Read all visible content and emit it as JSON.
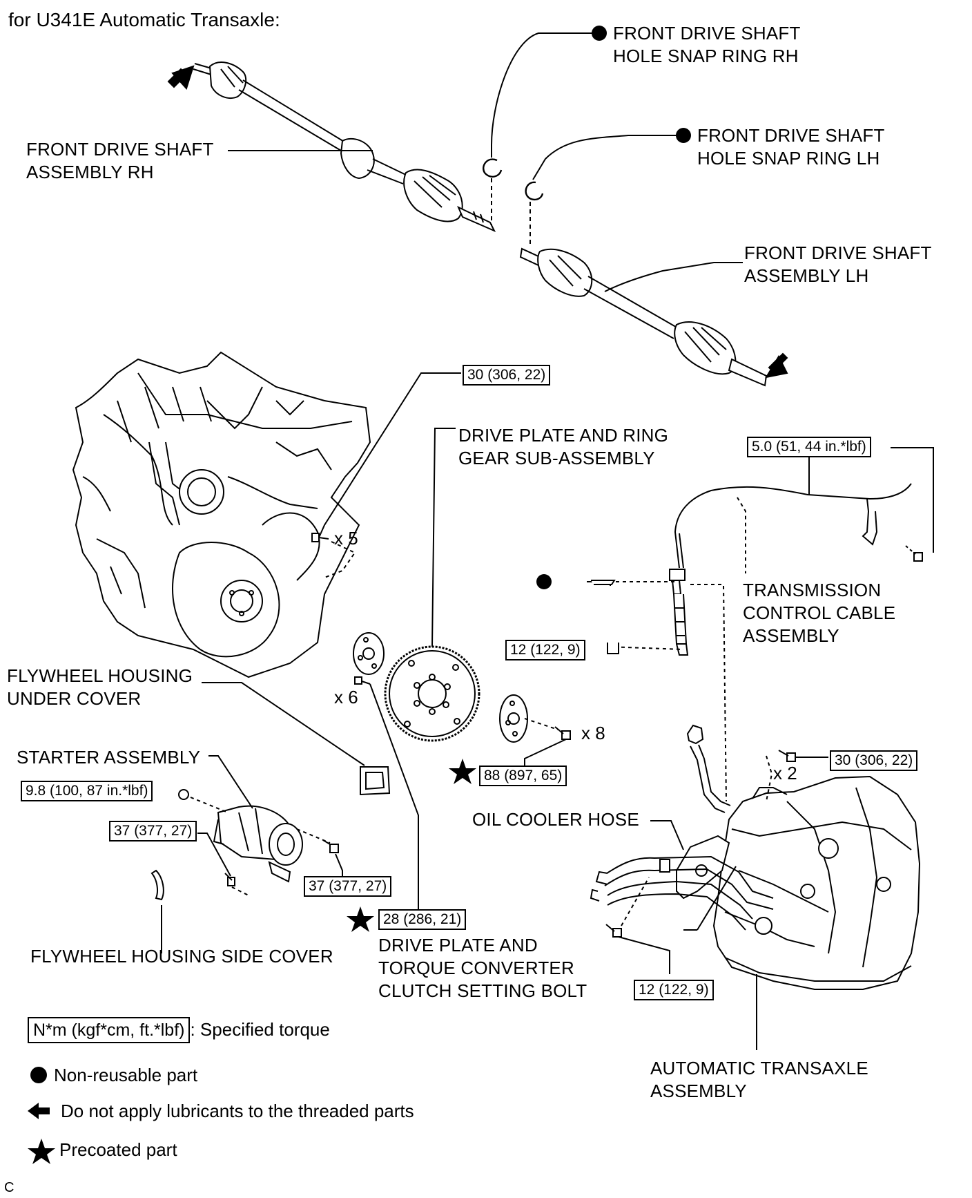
{
  "title": "for U341E Automatic Transaxle:",
  "labels": {
    "snap_ring_rh": "FRONT DRIVE SHAFT\nHOLE SNAP RING RH",
    "snap_ring_lh": "FRONT DRIVE SHAFT\nHOLE SNAP RING LH",
    "shaft_rh": "FRONT DRIVE SHAFT\nASSEMBLY RH",
    "shaft_lh": "FRONT DRIVE SHAFT\nASSEMBLY LH",
    "drive_plate": "DRIVE PLATE AND RING\nGEAR SUB-ASSEMBLY",
    "control_cable": "TRANSMISSION\nCONTROL CABLE\nASSEMBLY",
    "flywheel_under": "FLYWHEEL HOUSING\nUNDER COVER",
    "starter": "STARTER ASSEMBLY",
    "oil_cooler": "OIL COOLER HOSE",
    "flywheel_side": "FLYWHEEL HOUSING SIDE COVER",
    "setting_bolt": "DRIVE PLATE AND\nTORQUE CONVERTER\nCLUTCH SETTING BOLT",
    "transaxle": "AUTOMATIC TRANSAXLE\nASSEMBLY"
  },
  "torques": {
    "engine_bolt": "30 (306, 22)",
    "cable_bracket": "5.0 (51, 44 in.*lbf)",
    "cable_nut": "12 (122, 9)",
    "transaxle_bolt": "30 (306, 22)",
    "drive_plate_bolt": "88 (897, 65)",
    "starter_nut": "9.8 (100, 87 in.*lbf)",
    "starter_bolt_a": "37 (377, 27)",
    "starter_bolt_b": "37 (377, 27)",
    "setting_bolt": "28 (286, 21)",
    "hose_bolt": "12 (122, 9)"
  },
  "multipliers": {
    "engine_bolt": "x 5",
    "setting_bolt": "x 6",
    "drive_plate_bolt": "x 8",
    "transaxle_bolt": "x 2"
  },
  "legend": {
    "torque_box": "N*m (kgf*cm, ft.*lbf)",
    "torque_text": ": Specified torque",
    "nonreusable": "Non-reusable part",
    "no_lube": "Do not apply lubricants to the threaded parts",
    "precoated": "Precoated part"
  },
  "figure_code": "C"
}
